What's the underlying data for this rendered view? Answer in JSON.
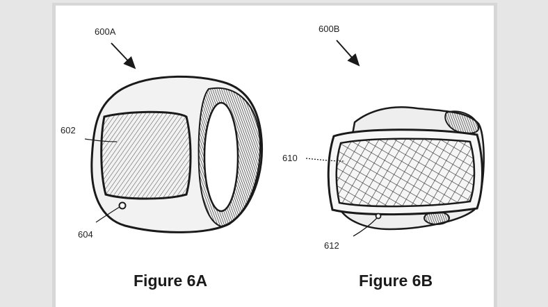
{
  "figures": [
    {
      "label": "Figure 6A",
      "assembly_ref": "600A",
      "refs": [
        {
          "id": "602",
          "part": "display"
        },
        {
          "id": "604",
          "part": "button"
        }
      ]
    },
    {
      "label": "Figure 6B",
      "assembly_ref": "600B",
      "refs": [
        {
          "id": "610",
          "part": "display"
        },
        {
          "id": "612",
          "part": "button"
        }
      ]
    }
  ],
  "colors": {
    "ink": "#1a1a1a",
    "paper": "#ffffff",
    "background": "#e6e6e6"
  }
}
